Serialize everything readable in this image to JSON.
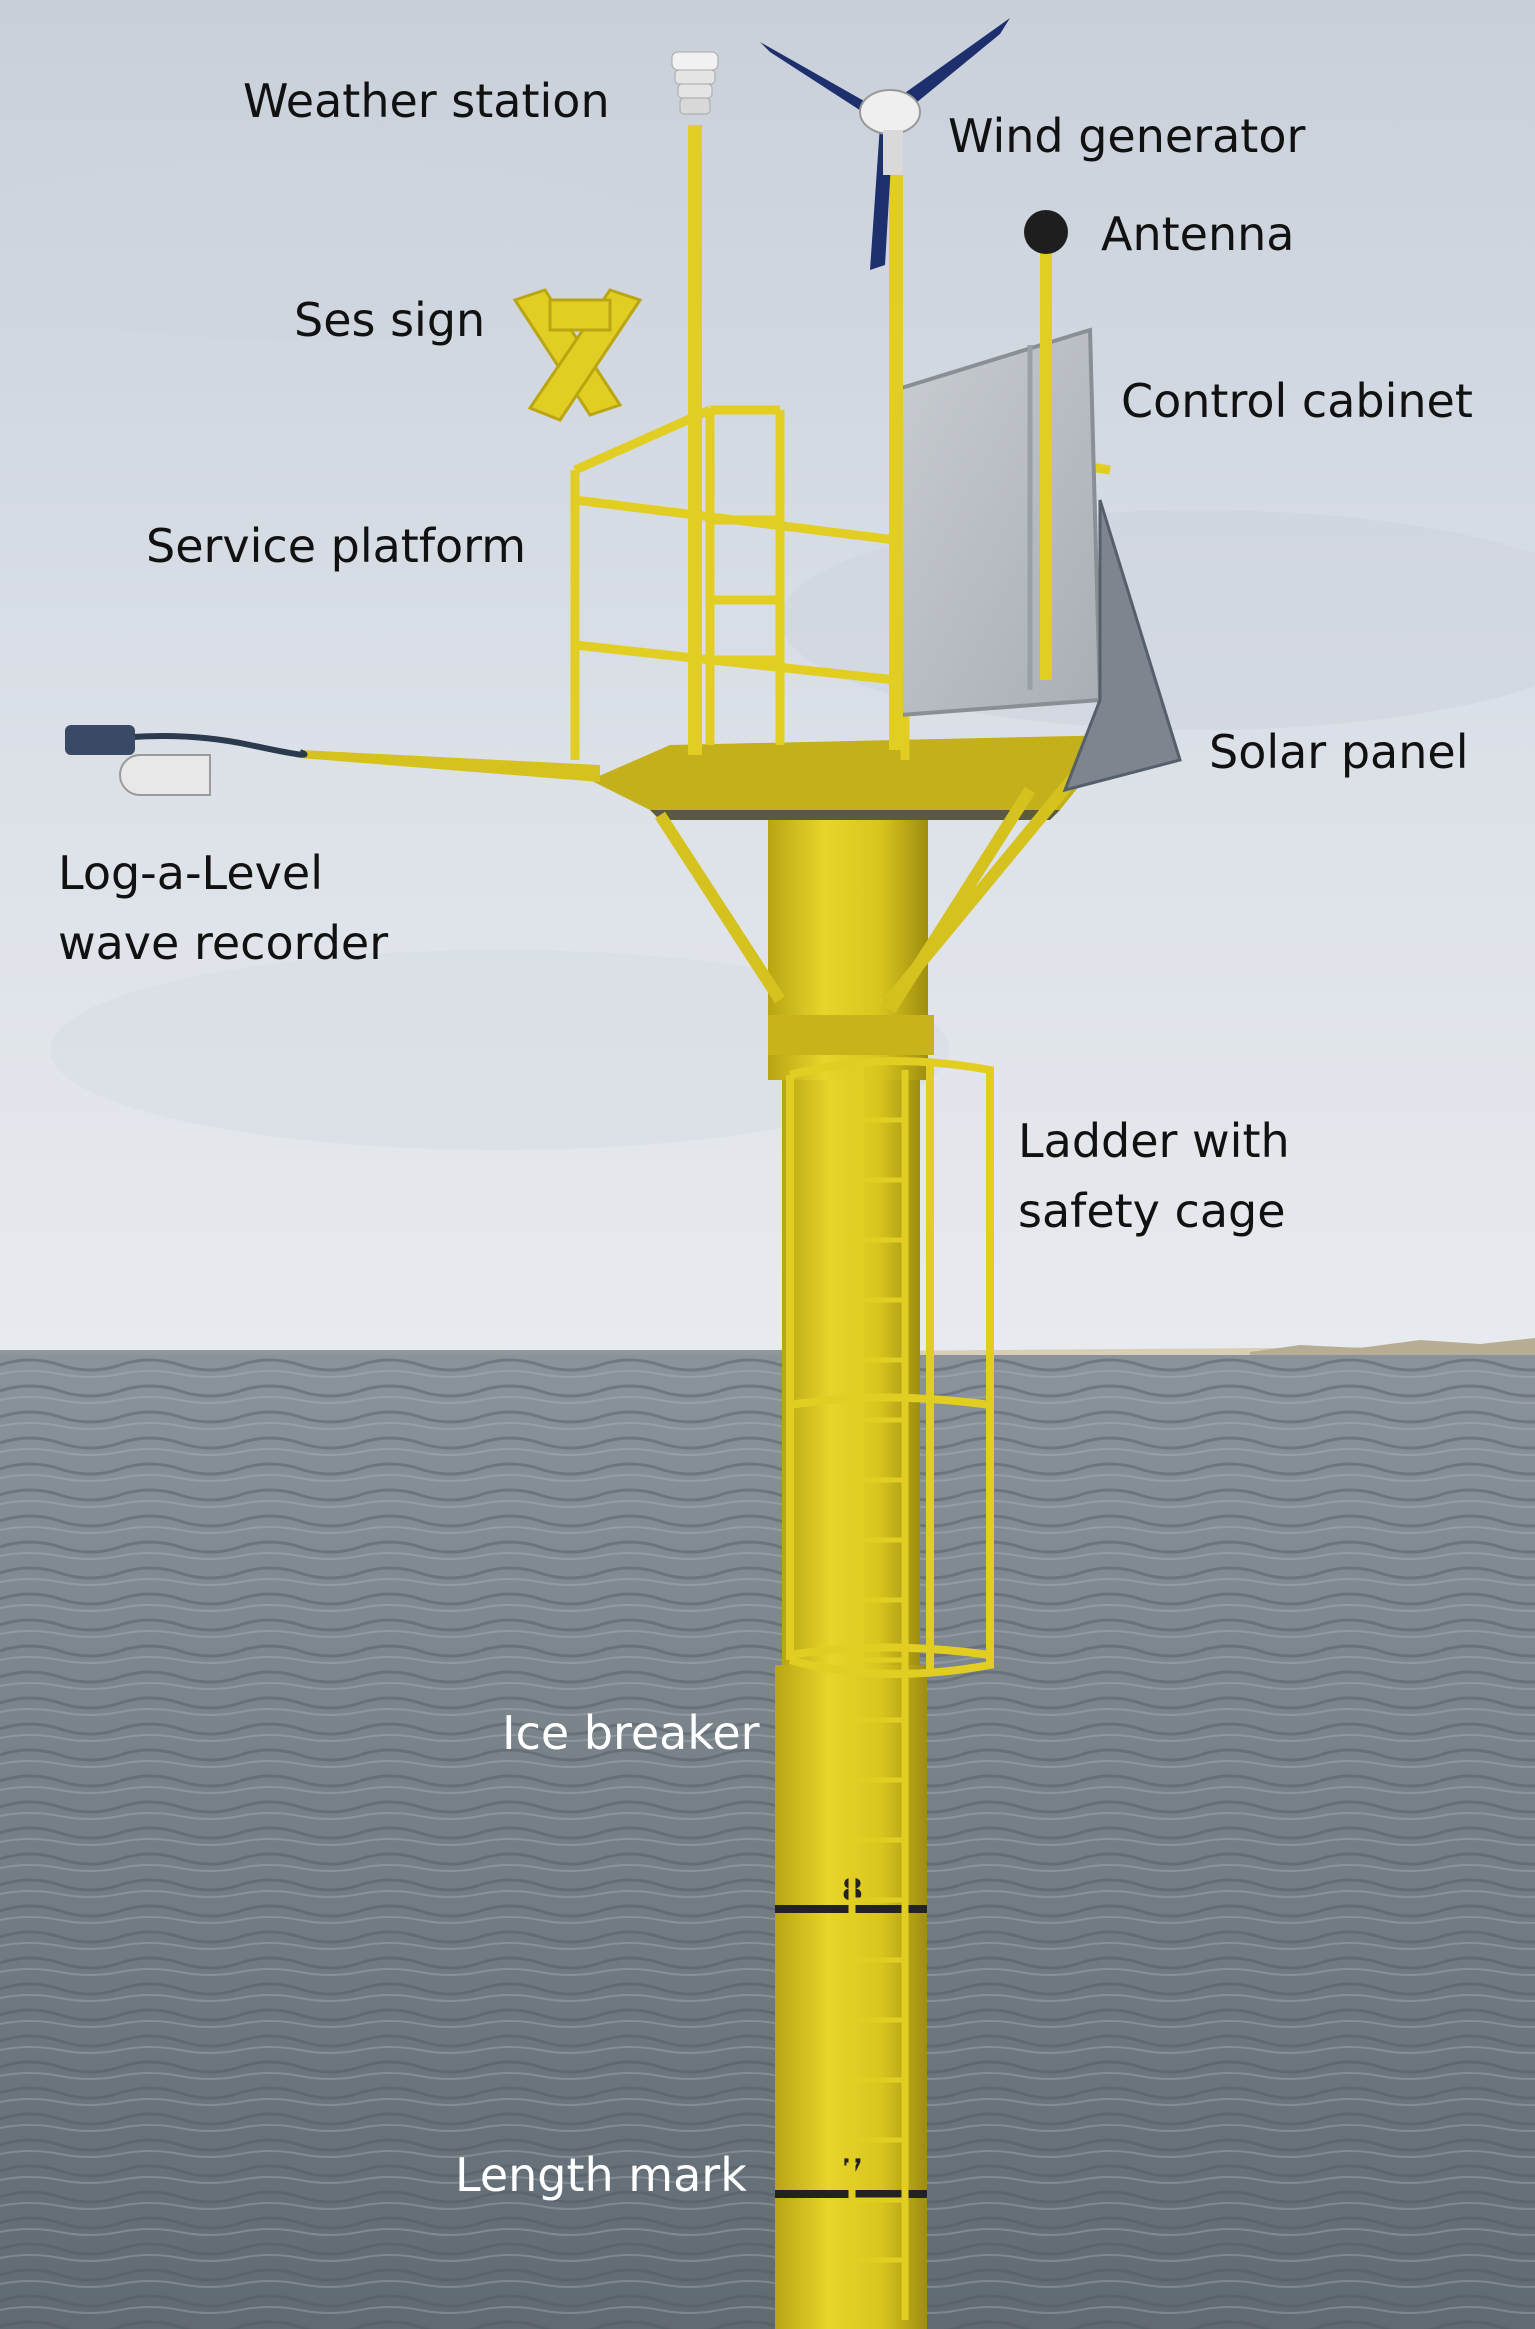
{
  "labels": {
    "weather_station": "Weather station",
    "wind_generator": "Wind generator",
    "antenna": "Antenna",
    "ses_sign": "Ses sign",
    "control_cabinet": "Control cabinet",
    "service_platform": "Service platform",
    "solar_panel": "Solar panel",
    "log_a_level_line1": "Log-a-Level",
    "log_a_level_line2": "wave recorder",
    "ladder_line1": "Ladder with",
    "ladder_line2": "safety cage",
    "ice_breaker": "Ice breaker",
    "length_mark": "Length mark"
  },
  "pole_marks": {
    "mark_8": "8",
    "mark_7": "7"
  },
  "colors": {
    "sky": "#d4dbe4",
    "water": "#6e7880",
    "steel_yellow": "#e3cf1f",
    "sand": "#d8cdb5",
    "turbine_blue": "#1e2f6e"
  }
}
